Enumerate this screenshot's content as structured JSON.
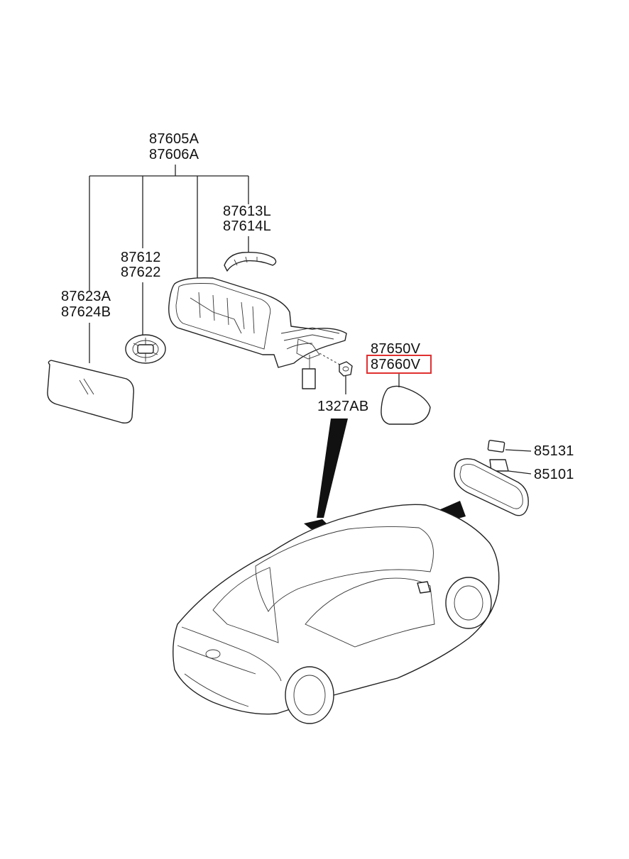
{
  "labels": {
    "mirror_assy_1": "87605A",
    "mirror_assy_2": "87606A",
    "cover_1": "87613L",
    "cover_2": "87614L",
    "actuator_1": "87612",
    "actuator_2": "87622",
    "glass_1": "87623A",
    "glass_2": "87624B",
    "trim_1": "87650V",
    "trim_2": "87660V",
    "nut": "1327AB",
    "bracket": "85131",
    "inside_mirror": "85101"
  },
  "highlight": {
    "label": "87660V",
    "color": "#e03030"
  }
}
